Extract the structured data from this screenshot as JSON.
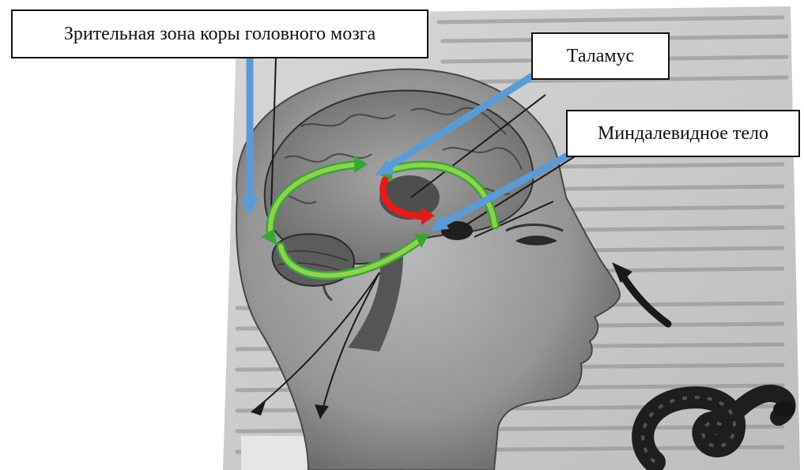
{
  "labels": {
    "visual_cortex": "Зрительная зона коры головного мозга",
    "thalamus": "Таламус",
    "amygdala": "Миндалевидное тело"
  },
  "colors": {
    "pointer_arrow": "#5b9bd5",
    "cortical_pathway": "#3aa537",
    "cortical_pathway_fill": "#8fd14f",
    "subcortical_pathway": "#e31b1b"
  }
}
